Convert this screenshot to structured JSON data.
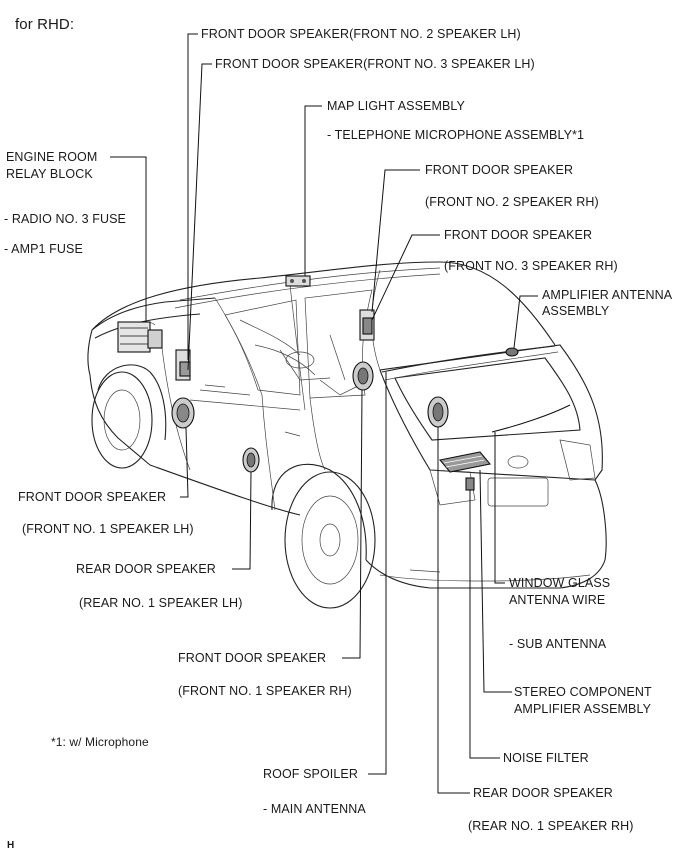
{
  "header": {
    "title": "for RHD:"
  },
  "labels": {
    "fds_fr2_lh_a": "FRONT DOOR SPEAKER",
    "fds_fr2_lh_b": "(FRONT NO. 2 SPEAKER LH)",
    "fds_fr3_lh_a": "FRONT DOOR SPEAKER",
    "fds_fr3_lh_b": "(FRONT NO. 3 SPEAKER LH)",
    "map_light": "MAP LIGHT ASSEMBLY",
    "tel_mic": "- TELEPHONE MICROPHONE ASSEMBLY*1",
    "fds_rh2_a": "FRONT DOOR SPEAKER",
    "fds_rh2_b": "(FRONT NO. 2 SPEAKER RH)",
    "fds_rh3_a": "FRONT DOOR SPEAKER",
    "fds_rh3_b": "(FRONT NO. 3 SPEAKER RH)",
    "engine_room_1": "ENGINE ROOM",
    "engine_room_2": "RELAY BLOCK",
    "radio_fuse": "- RADIO NO. 3 FUSE",
    "amp_fuse": "- AMP1 FUSE",
    "amp_ant_1": "AMPLIFIER ANTENNA",
    "amp_ant_2": "ASSEMBLY",
    "fds_fr1_lh_a": "FRONT DOOR SPEAKER",
    "fds_fr1_lh_b": "(FRONT NO. 1 SPEAKER LH)",
    "rds_lh_a": "REAR DOOR SPEAKER",
    "rds_lh_b": "(REAR NO. 1 SPEAKER LH)",
    "fds_fr1_rh_a": "FRONT DOOR SPEAKER",
    "fds_fr1_rh_b": "(FRONT NO. 1 SPEAKER RH)",
    "window_wire_1": "WINDOW GLASS",
    "window_wire_2": "ANTENNA WIRE",
    "sub_antenna": "- SUB ANTENNA",
    "stereo_amp_1": "STEREO COMPONENT",
    "stereo_amp_2": "AMPLIFIER ASSEMBLY",
    "noise_filter": "NOISE FILTER",
    "rds_rh_a": "REAR DOOR SPEAKER",
    "rds_rh_b": "(REAR NO. 1 SPEAKER RH)",
    "roof_spoiler": "ROOF SPOILER",
    "main_antenna": "- MAIN ANTENNA",
    "footnote": "*1: w/ Microphone",
    "corner_mark": "H"
  },
  "icons": {
    "vehicle": "suv-rear-three-quarter-illustration",
    "speaker": "round-speaker-icon",
    "relay_block": "relay-block-icon",
    "amplifier": "amplifier-box-icon"
  },
  "colors": {
    "line": "#111111",
    "background": "#ffffff"
  }
}
